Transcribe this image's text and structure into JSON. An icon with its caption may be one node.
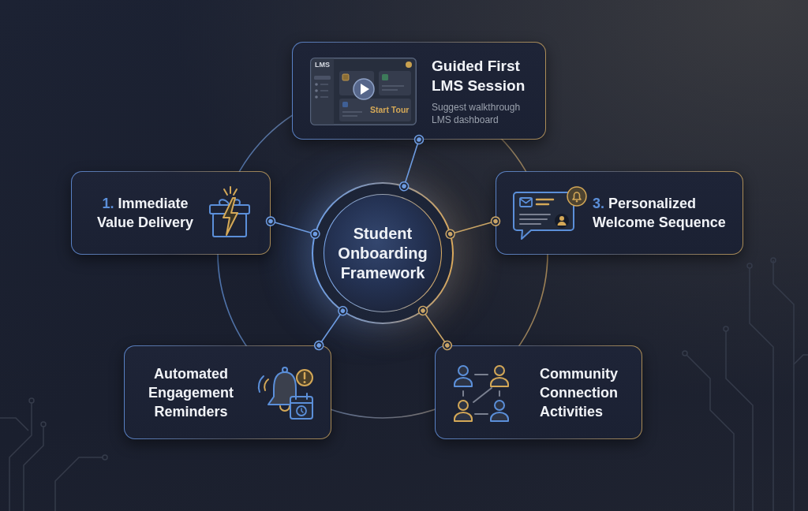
{
  "diagram": {
    "nodes": [
      {
        "text": [
          "Guided First LMS Session",
          "Suggest walkthrough LMS dashboard"
        ]
      },
      {
        "text": [
          "**1.** Immediate Value Delivery"
        ]
      },
      {
        "text": [
          "Student Onboarding Framework"
        ]
      },
      {
        "text": [
          "**3.** Personalized Welcome Sequence"
        ]
      },
      {
        "text": [
          "Automated Engagement Reminders"
        ]
      },
      {
        "text": [
          "Community Connection Activities"
        ]
      }
    ],
    "edges": [
      {
        "from": 2,
        "to": 0,
        "arrow": "other"
      },
      {
        "from": 2,
        "to": 1,
        "arrow": "other"
      },
      {
        "from": 2,
        "to": 3,
        "arrow": "other",
        "color": "#c9a465"
      },
      {
        "from": 2,
        "to": 4,
        "arrow": "other"
      },
      {
        "from": 2,
        "to": 5,
        "arrow": "other",
        "color": "#c9a465"
      }
    ],
    "labels": [
      "LMS",
      "Start Tour"
    ]
  }
}
